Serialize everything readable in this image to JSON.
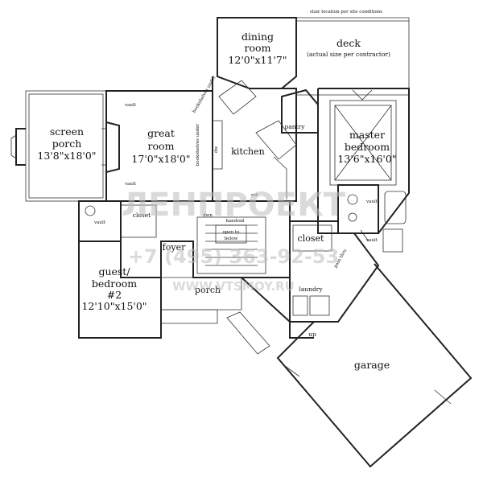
{
  "notes": {
    "stair": "stair location per site conditions",
    "deck_note": "(actual size per contractor)"
  },
  "rooms": {
    "dining": {
      "name1": "dining",
      "name2": "room",
      "size": "12'0\"x11'7\""
    },
    "deck": {
      "name": "deck"
    },
    "screen_porch": {
      "name1": "screen",
      "name2": "porch",
      "size": "13'8\"x18'0\""
    },
    "great_room": {
      "name1": "great",
      "name2": "room",
      "size": "17'0\"x18'0\""
    },
    "kitchen": {
      "name": "kitchen"
    },
    "pantry": {
      "name": "pantry"
    },
    "master": {
      "name1": "master",
      "name2": "bedroom",
      "size": "13'6\"x16'0\""
    },
    "closet_a": {
      "name": "closet"
    },
    "closet_b": {
      "name": "closet"
    },
    "foyer": {
      "name": "foyer"
    },
    "guest": {
      "name1": "guest/",
      "name2": "bedroom",
      "name3": "#2",
      "size": "12'10\"x15'0\""
    },
    "porch": {
      "name": "porch"
    },
    "laundry": {
      "name": "laundry"
    },
    "garage": {
      "name": "garage"
    }
  },
  "small_labels": {
    "vault1": "vault",
    "vault2": "vault",
    "vault3": "vault",
    "vault4": "vault",
    "vault5": "vault",
    "bookshelves1": "bookshelves under",
    "bookshelves2": "bookshelves under",
    "dw": "dw",
    "ref": "ref",
    "dwn": "dwn",
    "open_to_below_1": "open to",
    "open_to_below_2": "below",
    "handrail": "handrail",
    "pass_thru": "pass thru",
    "up": "up"
  },
  "watermark": {
    "brand": "ЛЕНПРОЕКТ",
    "phone": "+7 (495) 363-92-53",
    "site": "WWW.VTSMOY.RU"
  }
}
